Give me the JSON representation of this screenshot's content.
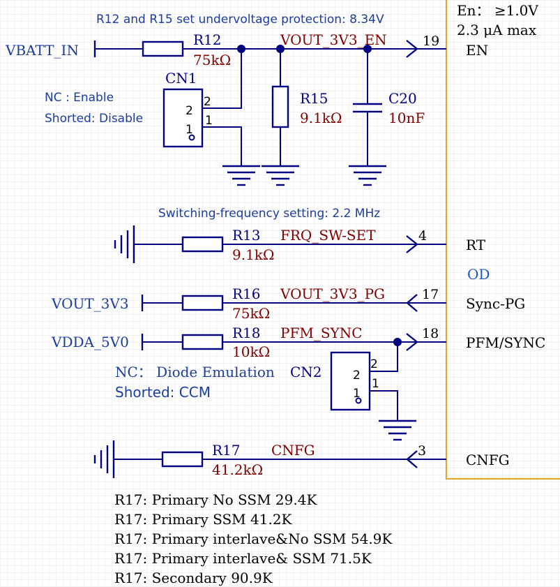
{
  "notes": {
    "undervoltage": "R12 and R15 set undervoltage protection: 8.34V",
    "switching_freq": "Switching-frequency setting: 2.2 MHz",
    "cn1_nc": "NC : Enable",
    "cn1_shorted": "Shorted: Disable",
    "cn2_nc": "NC： Diode Emulation",
    "cn2_shorted": "Shorted: CCM",
    "r17_options": [
      "R17: Primary No SSM 29.4K",
      "R17: Primary SSM 41.2K",
      "R17: Primary interlave&No SSM 54.9K",
      "R17: Primary interlave& SSM 71.5K",
      "R17: Secondary 90.9K"
    ]
  },
  "ic": {
    "en_spec_line1": "En： ≥1.0V",
    "en_spec_line2": "2.3 μA max",
    "pins": [
      {
        "number": "19",
        "name": "EN"
      },
      {
        "number": "4",
        "name": "RT"
      },
      {
        "number": "17",
        "name": "Sync-PG"
      },
      {
        "number": "18",
        "name": "PFM/SYNC"
      },
      {
        "number": "3",
        "name": "CNFG"
      }
    ],
    "od_label": "OD"
  },
  "ports": {
    "vbatt_in": "VBATT_IN",
    "vout_3v3": "VOUT_3V3",
    "vdda_5v0": "VDDA_5V0"
  },
  "nets": {
    "en": "VOUT_3V3_EN",
    "rt": "FRQ_SW-SET",
    "pg": "VOUT_3V3_PG",
    "sync": "PFM_SYNC",
    "cnfg": "CNFG"
  },
  "components": {
    "R12": {
      "designator": "R12",
      "value": "75kΩ"
    },
    "R15": {
      "designator": "R15",
      "value": "9.1kΩ"
    },
    "C20": {
      "designator": "C20",
      "value": "10nF"
    },
    "CN1": {
      "designator": "CN1",
      "pin2": "2",
      "pin1": "1",
      "pin2_inner": "2",
      "pin1_inner": "1"
    },
    "R13": {
      "designator": "R13",
      "value": "9.1kΩ"
    },
    "R16": {
      "designator": "R16",
      "value": "75kΩ"
    },
    "R18": {
      "designator": "R18",
      "value": "10kΩ"
    },
    "CN2": {
      "designator": "CN2",
      "pin2": "2",
      "pin1": "1",
      "pin2_inner": "2",
      "pin1_inner": "1"
    },
    "R17": {
      "designator": "R17",
      "value": "41.2kΩ"
    }
  }
}
